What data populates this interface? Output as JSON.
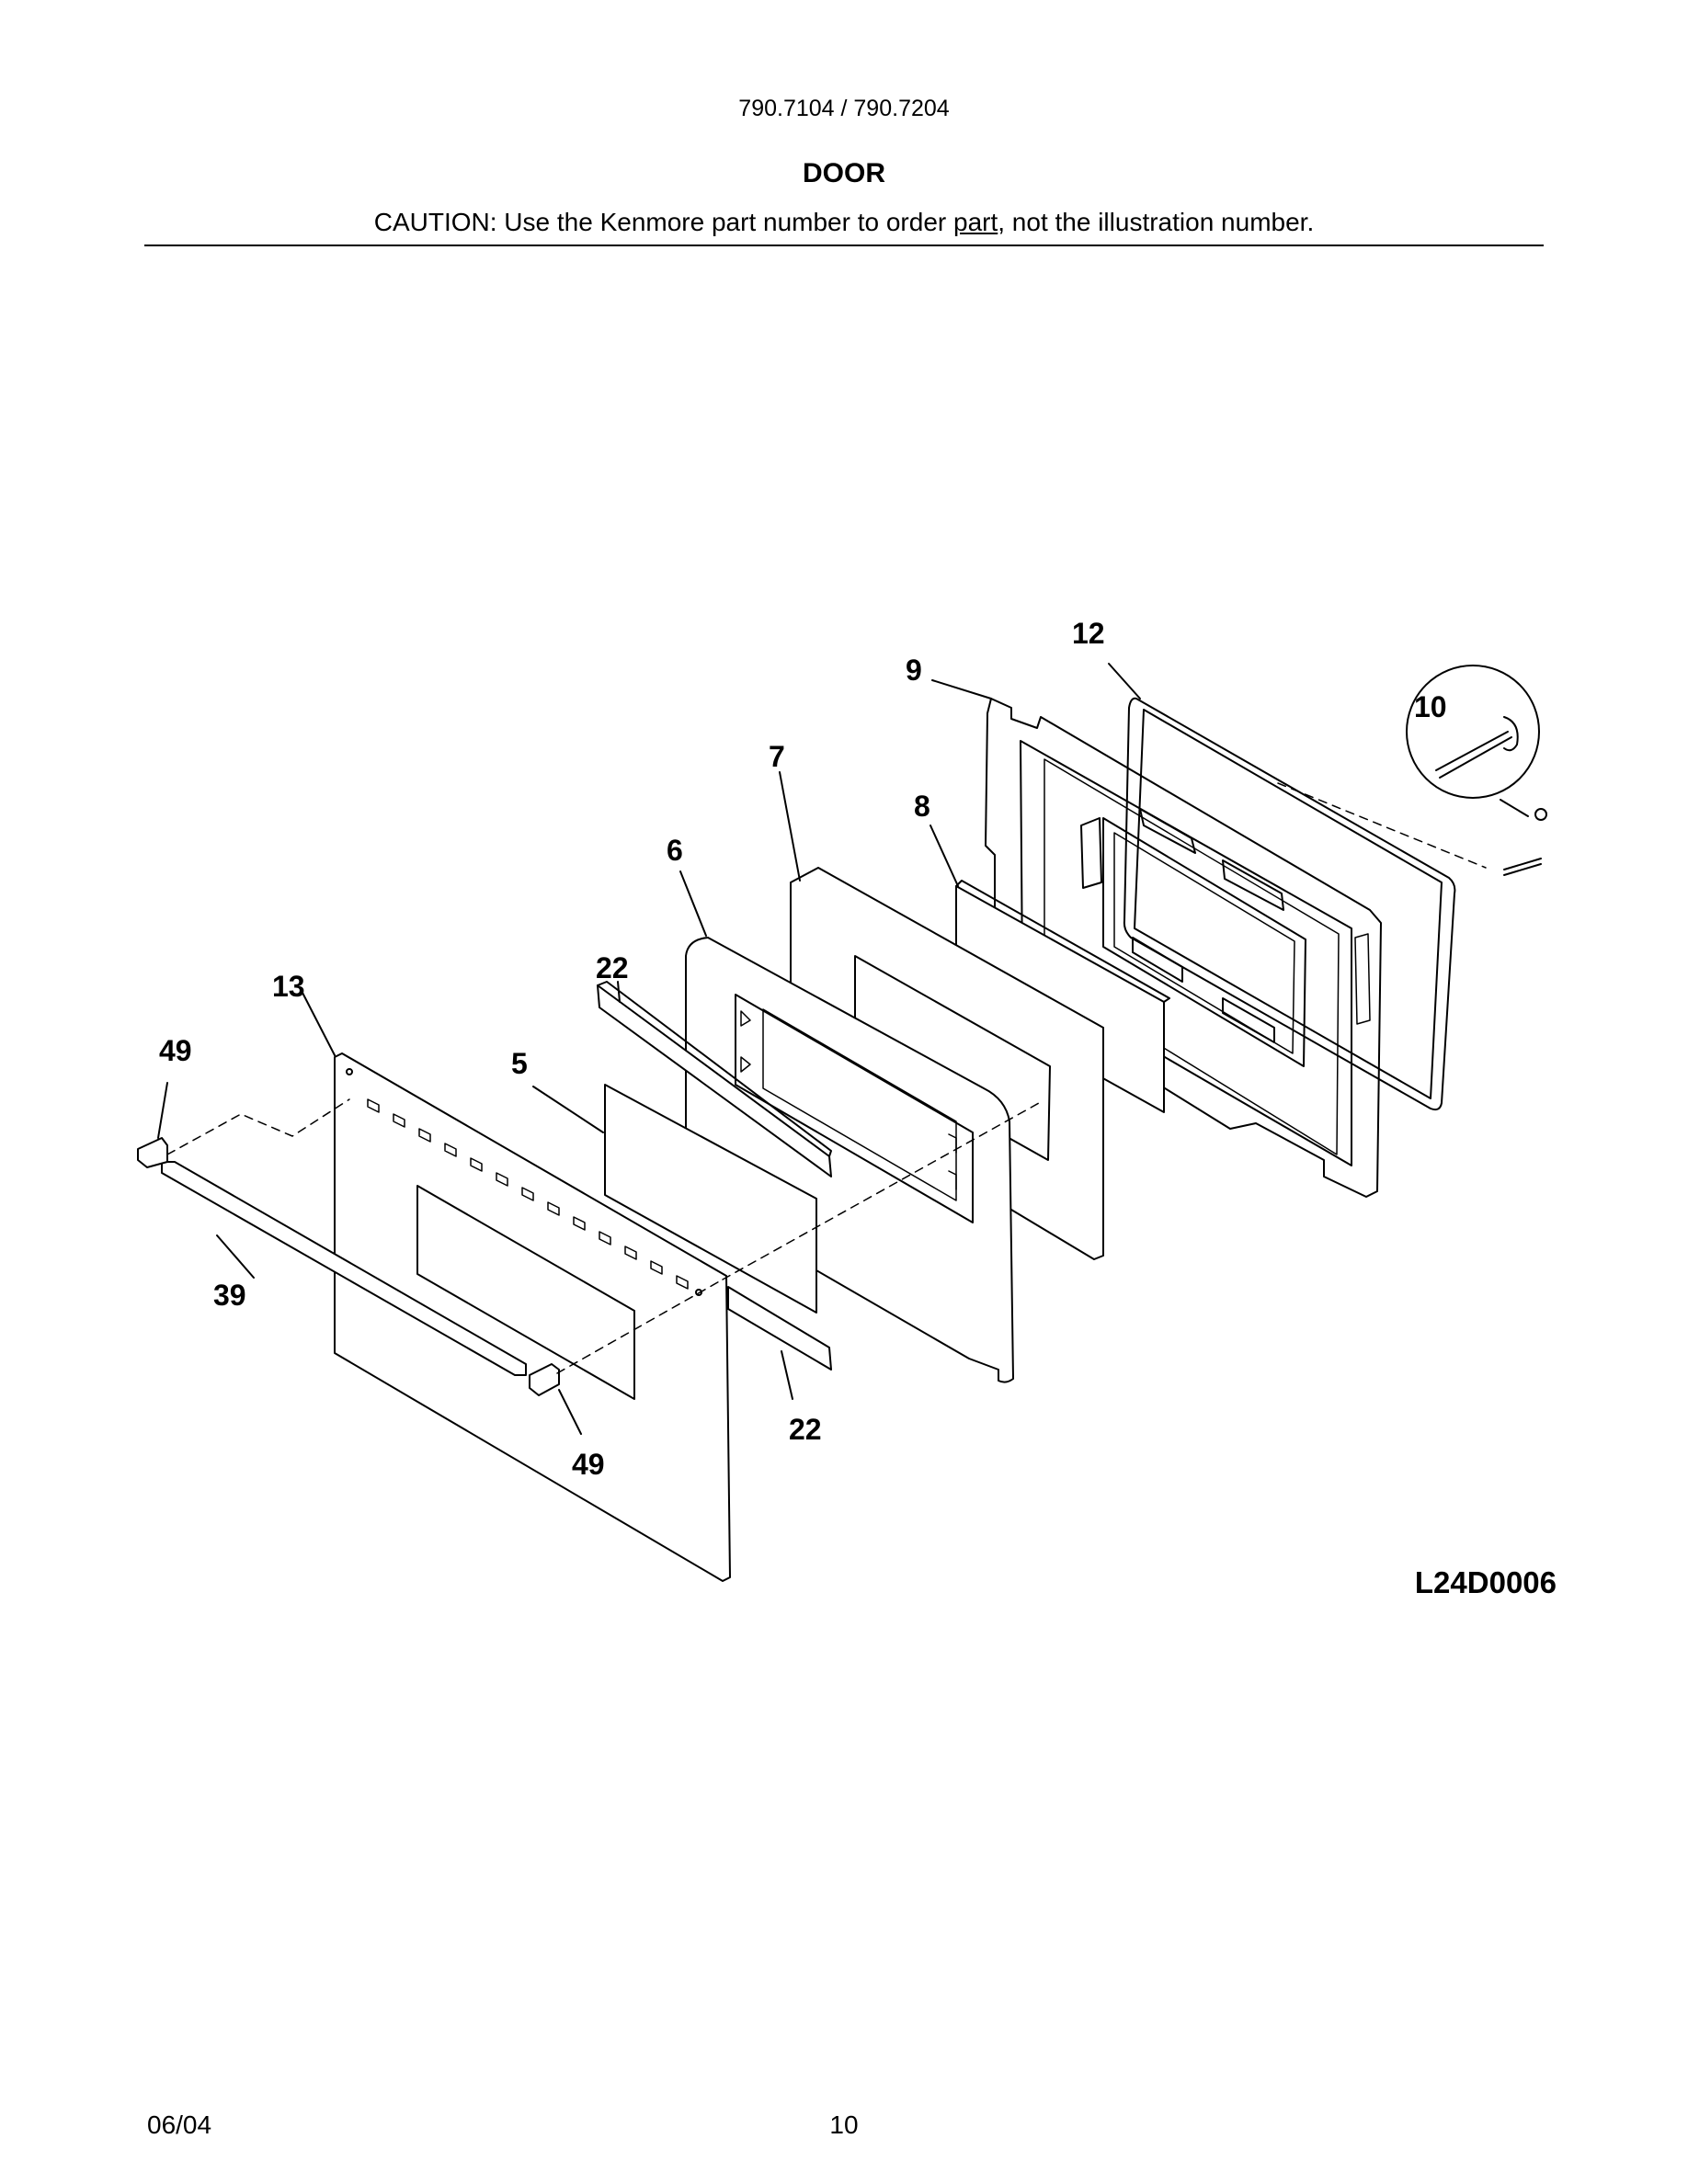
{
  "header": {
    "model_numbers": "790.7104 / 790.7204",
    "section_title": "DOOR",
    "caution_prefix": "CAUTION: Use the Kenmore part number to order ",
    "caution_link": "part",
    "caution_suffix": ", not the illustration number."
  },
  "callouts": {
    "c12": "12",
    "c9": "9",
    "c10": "10",
    "c7": "7",
    "c8": "8",
    "c6": "6",
    "c22a": "22",
    "c13": "13",
    "c49a": "49",
    "c5": "5",
    "c39": "39",
    "c22b": "22",
    "c49b": "49"
  },
  "drawing_code": "L24D0006",
  "footer": {
    "date": "06/04",
    "page": "10"
  }
}
